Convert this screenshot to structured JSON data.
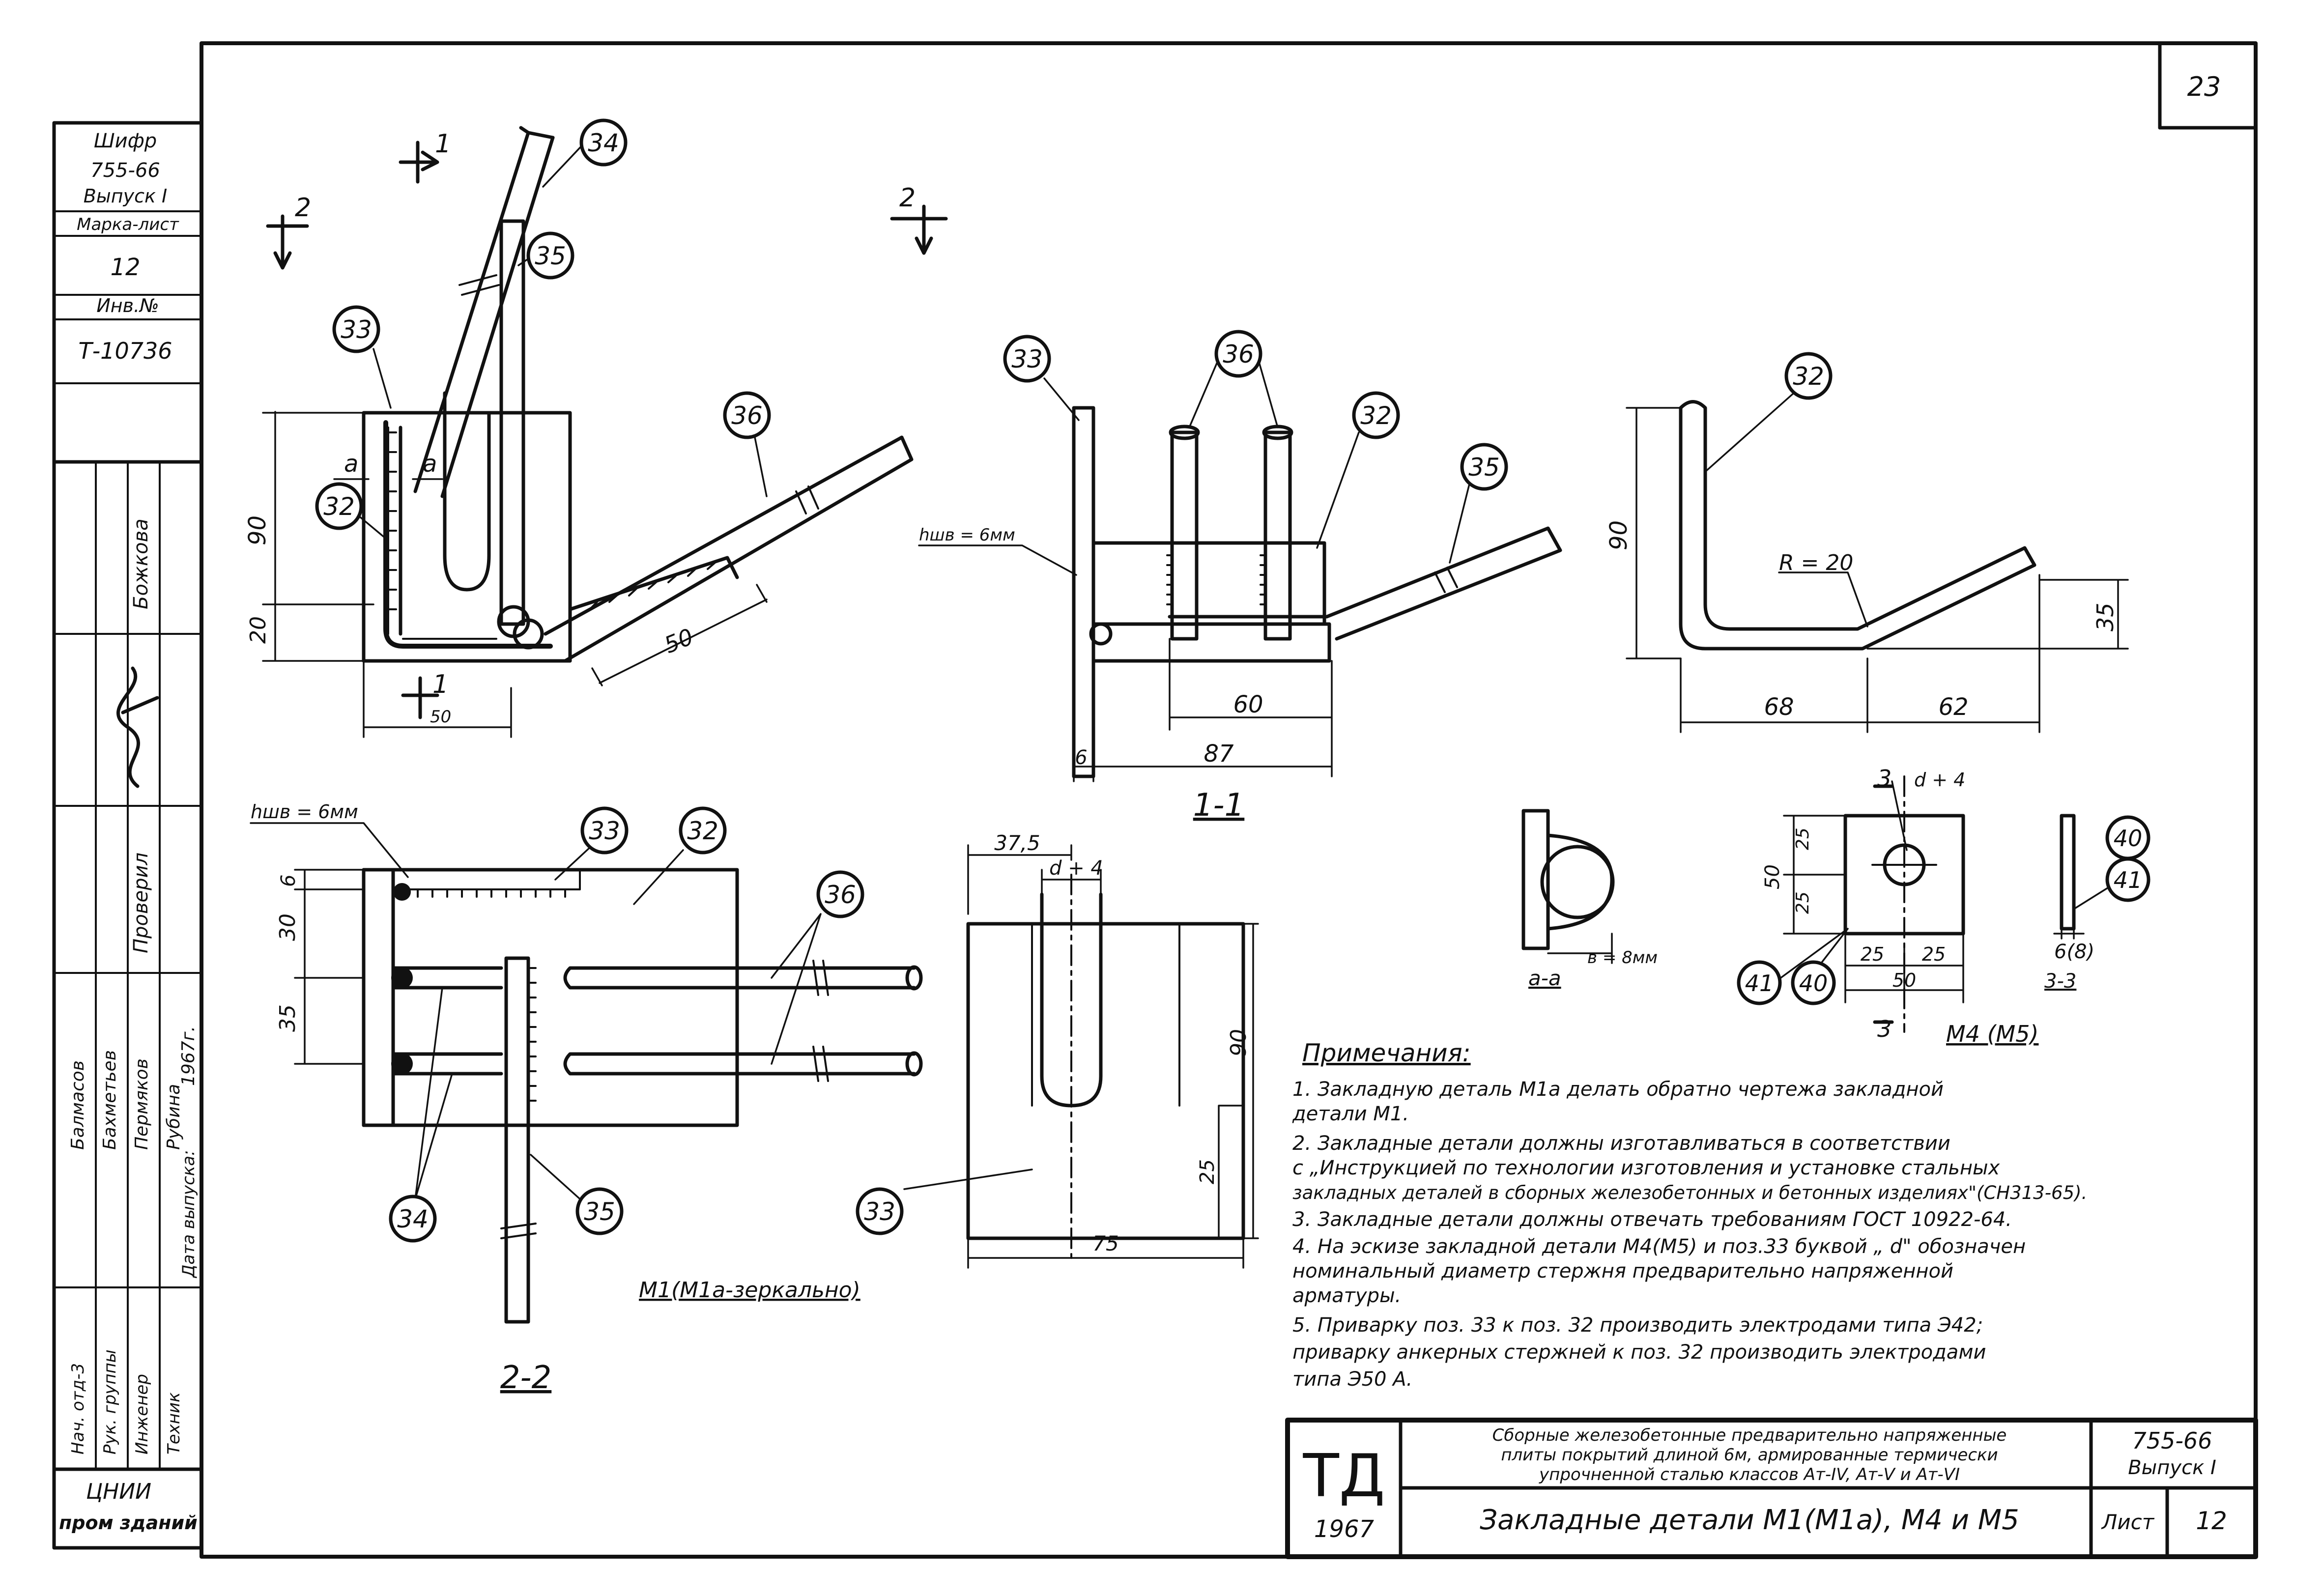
{
  "sheet": {
    "page_number": "23",
    "code": "755-66",
    "issue": "Выпуск I",
    "sheet_label": "Лист",
    "sheet_number": "12",
    "year": "1967",
    "logo": "ТД",
    "org": "ЦНИИ",
    "org_sub": "пром зданий",
    "subtitle_lines": [
      "Сборные железобетонные предварительно напряженные",
      "плиты покрытий длиной 6м, армированные термически",
      "упрочненной сталью классов Ат-IV, Ат-V и Ат-VI"
    ],
    "drawing_title": "Закладные детали М1(М1а), М4 и М5"
  },
  "left_stamp": {
    "shifr": "Шифр",
    "code": "755-66",
    "issue": "Выпуск I",
    "mark_sheet_label": "Марка-лист",
    "mark_sheet_value": "12",
    "inv_label": "Инв.№",
    "inv_value": "Т-10736",
    "names": [
      "Божкова",
      "Проверил"
    ],
    "staff": [
      "Балмасов",
      "Бахметьев",
      "Пермяков",
      "Рубина",
      "1967г."
    ],
    "roles": [
      "Нач. отд-3",
      "Рук. группы",
      "Инженер",
      "Техник",
      "Дата выпуска:"
    ]
  },
  "views": {
    "section_1_1": "1-1",
    "section_2_2": "2-2",
    "section_3_3": "3-3",
    "section_a_a": "а-а",
    "plan_m1": "М1(М1а-зеркально)",
    "detail_m4": "М4 (М5)"
  },
  "cut_marks": {
    "c1_top": "1",
    "c1_bot": "1",
    "c1_bot_sub": "50",
    "c2_left": "2",
    "c2_right": "2",
    "c3_top": "3",
    "c3_bot": "3",
    "a_left": "а",
    "a_right": "а"
  },
  "positions": {
    "p34a": "34",
    "p35a": "35",
    "p33a": "33",
    "p32a": "32",
    "p36a": "36",
    "p33b": "33",
    "p36b": "36",
    "p32b": "32",
    "p35b": "35",
    "p32c": "32",
    "p33c": "33",
    "p32d": "32",
    "p36c": "36",
    "p34b": "34",
    "p35c": "35",
    "p33d": "33",
    "p40a": "40",
    "p41a": "41",
    "p40b": "40",
    "p41b": "41"
  },
  "dimensions": {
    "d90a": "90",
    "d20": "20",
    "d50a": "50",
    "weld1": "hшв = 6мм",
    "d60": "60",
    "d87": "87",
    "d6a": "6",
    "d90b": "90",
    "r20": "R = 20",
    "d35a": "35",
    "d68": "68",
    "d62": "62",
    "weld2": "hшв = 6мм",
    "d6b": "6",
    "d30": "30",
    "d35b": "35",
    "d37": "37,5",
    "dd4a": "d + 4",
    "d90c": "90",
    "d25a": "25",
    "d75": "75",
    "b8": "в = 8мм",
    "dd4b": "d + 4",
    "d50b": "50",
    "d25b": "25",
    "d25c": "25",
    "d25d": "25",
    "d25e": "25",
    "d50c": "50",
    "d6_8": "6(8)"
  },
  "notes": {
    "title": "Примечания:",
    "lines": [
      "1. Закладную деталь М1а делать обратно чертежа закладной",
      "    детали М1.",
      "2. Закладные детали должны изготавливаться в соответствии",
      "    с „Инструкцией по технологии изготовления и установке стальных",
      "    закладных деталей в сборных железобетонных и бетонных изделиях\"(СН313-65).",
      "3. Закладные детали должны отвечать требованиям ГОСТ 10922-64.",
      "4. На эскизе закладной детали М4(М5) и поз.33 буквой „ d\" обозначен",
      "    номинальный диаметр стержня предварительно напряженной",
      "    арматуры.",
      "5. Приварку поз. 33 к поз. 32 производить электродами типа Э42;",
      "    приварку анкерных стержней к поз. 32 производить электродами",
      "    типа Э50 А."
    ]
  }
}
